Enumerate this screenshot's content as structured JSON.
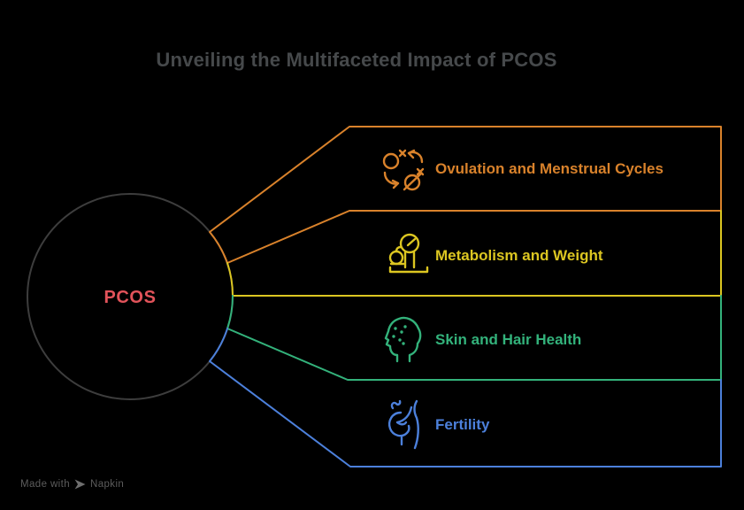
{
  "title": "Unveiling the Multifaceted Impact of PCOS",
  "center": {
    "label": "PCOS",
    "color": "#E2535A"
  },
  "palette": {
    "background": "#000000",
    "circle_stroke": "#3D3D3D",
    "title_color": "#46494B",
    "watermark_color": "#5C5C5C"
  },
  "branches": [
    {
      "label": "Ovulation and Menstrual Cycles",
      "color": "#D9822B",
      "icon": "cycle-icon"
    },
    {
      "label": "Metabolism and Weight",
      "color": "#DCC621",
      "icon": "scale-icon"
    },
    {
      "label": "Skin and Hair Health",
      "color": "#33B27B",
      "icon": "face-icon"
    },
    {
      "label": "Fertility",
      "color": "#4C80DB",
      "icon": "pregnancy-icon"
    }
  ],
  "watermark": {
    "prefix": "Made with",
    "brand": "Napkin",
    "icon": "pen-icon"
  }
}
